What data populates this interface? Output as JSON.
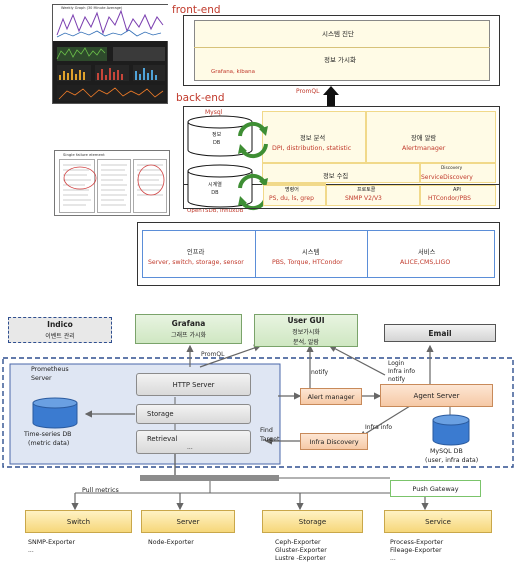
{
  "top": {
    "frontend_label": "front-end",
    "backend_label": "back-end",
    "thumb_title": "Weekly Graph (30 Minute Average)",
    "single_failure_title": "Single failure element",
    "system_alert": "시스템 진단",
    "info_vis": "정보 가시화",
    "grafana_kibana": "Grafana, kibana",
    "promql": "PromQL",
    "mysql": "Mysql",
    "db1": "정보\nDB",
    "db2": "시계열\nDB",
    "opentsdb": "OpenTSDB, InfluxDB",
    "info_analysis": "정보 분석",
    "analysis_detail": "DPI, distribution, statistic",
    "fault_alert": "장애 알람",
    "alertmanager": "Alertmanager",
    "info_collect": "정보 수집",
    "cmd": "명령어",
    "cmd_detail": "PS, du, ls, grep",
    "protocol": "프로토콜",
    "protocol_detail": "SNMP V2/V3",
    "discovery": "Discovery",
    "service_discovery": "ServiceDiscovery",
    "api": "API",
    "api_detail": "HTCondor/PBS",
    "infra": "인프라",
    "infra_detail": "Server, switch, storage, sensor",
    "system": "시스템",
    "system_detail": "PBS, Torque, HTCondor",
    "service": "서비스",
    "service_detail": "ALICE,CMS,LIGO"
  },
  "bottom": {
    "indico": "Indico",
    "indico_sub": "이벤트 관리",
    "grafana": "Grafana",
    "grafana_sub": "그래프 가시화",
    "usergui": "User GUI",
    "usergui_sub1": "정보가시화",
    "usergui_sub2": "분석, 알람",
    "email": "Email",
    "promql": "PromQL",
    "prometheus": "Prometheus",
    "server": "Server",
    "http_server": "HTTP Server",
    "storage": "Storage",
    "tsdb1": "Time-series DB",
    "tsdb2": "(metric data)",
    "retrieval": "Retrieval",
    "ellipsis": "...",
    "notify": "notify",
    "login": "Login",
    "infra_info": "Infra info",
    "notify2": "notify",
    "alert_manager": "Alert manager",
    "agent_server": "Agent Server",
    "find": "Find",
    "target": "Target",
    "infra_info2": "Infra info",
    "infra_discovery": "Infra Discovery",
    "mysql1": "MySQL DB",
    "mysql2": "(user, infra data)",
    "pull_metrics": "Pull metrics",
    "push_gateway": "Push Gateway",
    "switch": "Switch",
    "server_box": "Server",
    "storage_box": "Storage",
    "service_box": "Service",
    "exp_switch": "SNMP-Exporter",
    "exp_server": "Node-Exporter",
    "exp_storage1": "Ceph-Exporter",
    "exp_storage2": "Gluster-Exporter",
    "exp_storage3": "Lustre -Exporter",
    "exp_service1": "Process-Exporter",
    "exp_service2": "Fileage-Exporter"
  }
}
